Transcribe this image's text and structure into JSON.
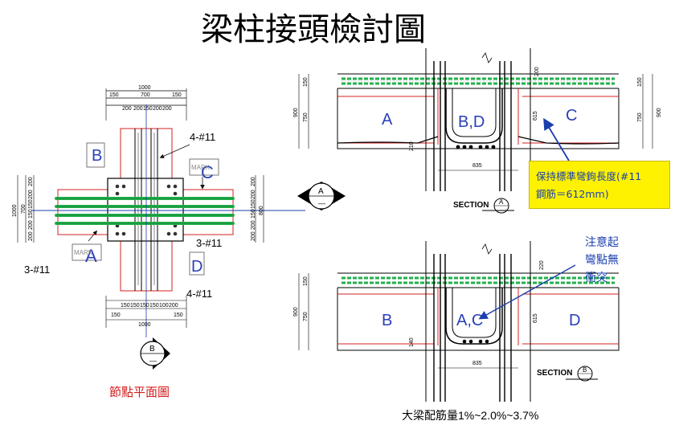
{
  "title": "梁柱接頭檢討圖",
  "plan": {
    "caption": "節點平面圖",
    "top_dims": {
      "total": "1000",
      "parts": [
        "150",
        "700",
        "150"
      ],
      "sub": [
        "200",
        "200",
        "150",
        "200",
        "200"
      ]
    },
    "bottom_dims": {
      "parts": [
        "150",
        "150",
        "150",
        "150",
        "100",
        "200"
      ],
      "total": "1000"
    },
    "left_dims": [
      "200",
      "200",
      "150",
      "150",
      "200",
      "200"
    ],
    "left_total": "1000",
    "left_mid": "700",
    "right_dims": [
      "200",
      "200",
      "150",
      "150",
      "200",
      "200"
    ],
    "right_mid": "800",
    "labels": {
      "A": "A",
      "B": "B",
      "C": "C",
      "D": "D"
    },
    "rebar_labels": {
      "top": "4-#11",
      "right": "3-#11",
      "left": "3-#11",
      "bottom": "4-#11"
    },
    "mark": "MARK",
    "section_a_letter": "A",
    "section_b_letter": "B"
  },
  "section_a": {
    "label": "SECTION",
    "letter": "A",
    "dims": {
      "slab": "150",
      "beam": "750",
      "total": "900",
      "hook": "615",
      "width": "835",
      "top": "200",
      "side": "210"
    },
    "zones": {
      "left": "A",
      "mid": "B,D",
      "right": "C"
    }
  },
  "section_b": {
    "label": "SECTION",
    "letter": "B",
    "dims": {
      "slab": "150",
      "beam": "750",
      "total": "900",
      "hook": "615",
      "width": "835",
      "top": "220",
      "side": "140"
    },
    "zones": {
      "left": "B",
      "mid": "A,C",
      "right": "D"
    }
  },
  "notes": {
    "hook": [
      "保持標準彎鉤長度(#11",
      "鋼筋＝612mm)"
    ],
    "bend": [
      "注意起",
      "彎點無",
      "衝突"
    ],
    "ratio": "大梁配筋量1%~2.0%~3.7%"
  },
  "colors": {
    "rebar_green": "#22b14c",
    "outline_red": "#d42020",
    "label_blue": "#2a3fb8",
    "note_yellow": "#fff200",
    "arrow_blue": "#1a3fae"
  }
}
